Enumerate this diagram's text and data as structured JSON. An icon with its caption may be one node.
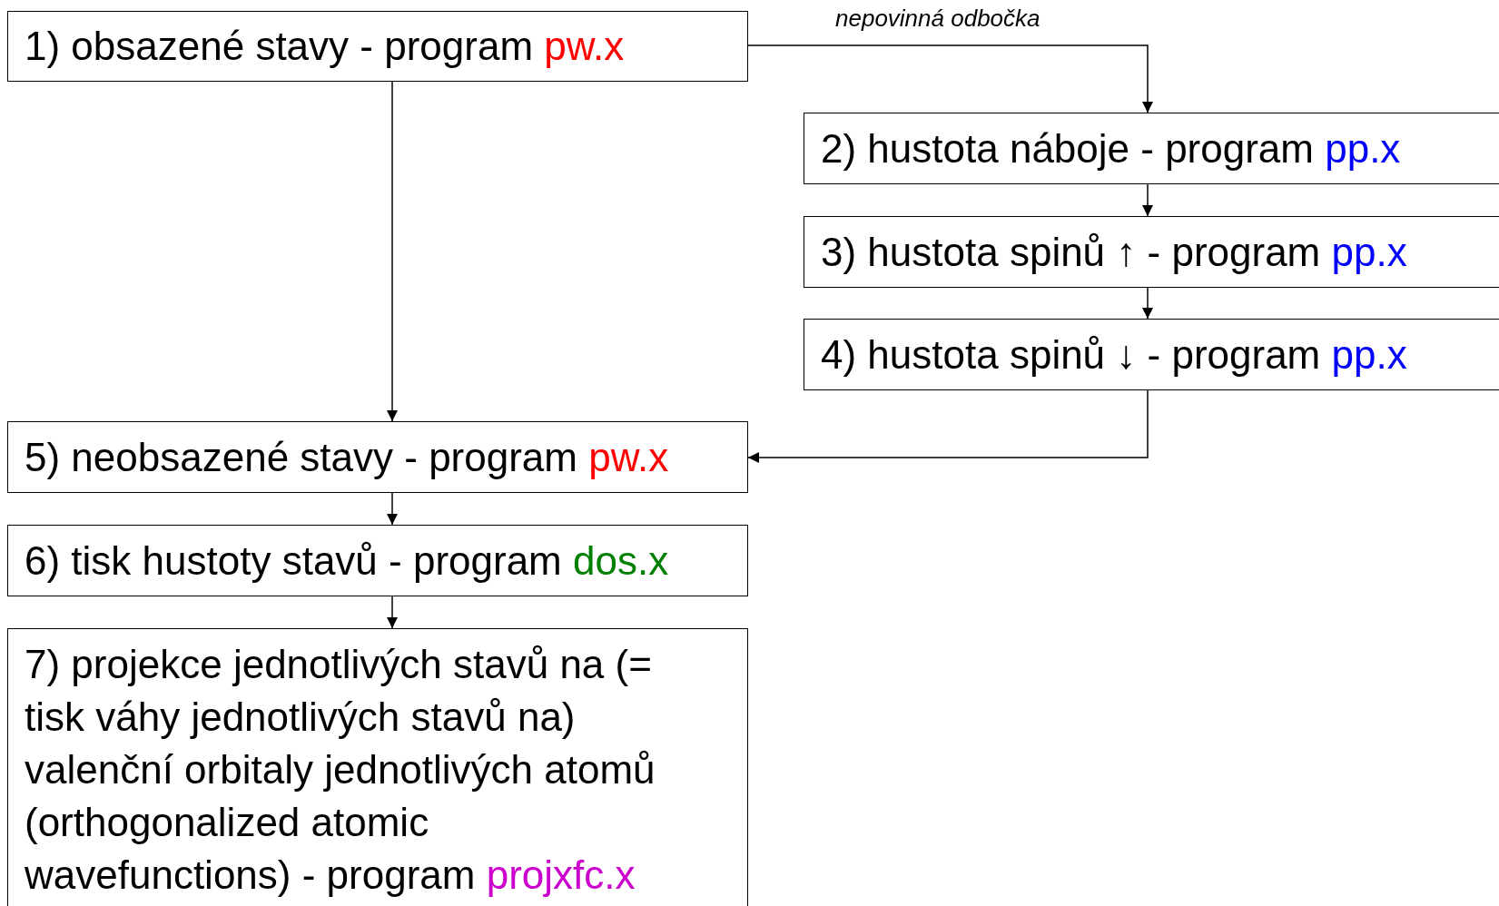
{
  "diagram": {
    "nodes": [
      {
        "text": [
          "1) obsazené stavy - program pw.x"
        ]
      },
      {
        "text": [
          "2) hustota náboje - program pp.x"
        ]
      },
      {
        "text": [
          "3) hustota spinů ↑ - program pp.x"
        ]
      },
      {
        "text": [
          "4) hustota spinů ↓ - program pp.x"
        ]
      },
      {
        "text": [
          "5) neobsazené stavy - program pw.x"
        ]
      },
      {
        "text": [
          "6) tisk hustoty stavů - program dos.x"
        ]
      },
      {
        "text": [
          "7) projekce jednotlivých stavů na (= tisk váhy jednotlivých stavů na) valenční orbitaly jednotlivých atomů (orthogonalized atomic wavefunctions) - program projxfc.x"
        ]
      }
    ],
    "edges": [
      {
        "from": 0,
        "to": 1,
        "arrow": "to",
        "label": "nepovinná odbočka"
      },
      {
        "from": 1,
        "to": 2,
        "arrow": "to"
      },
      {
        "from": 2,
        "to": 3,
        "arrow": "to"
      },
      {
        "from": 3,
        "to": 4,
        "arrow": "to"
      },
      {
        "from": 0,
        "to": 4,
        "arrow": "to"
      },
      {
        "from": 4,
        "to": 5,
        "arrow": "to"
      },
      {
        "from": 5,
        "to": 6,
        "arrow": "to"
      }
    ]
  }
}
